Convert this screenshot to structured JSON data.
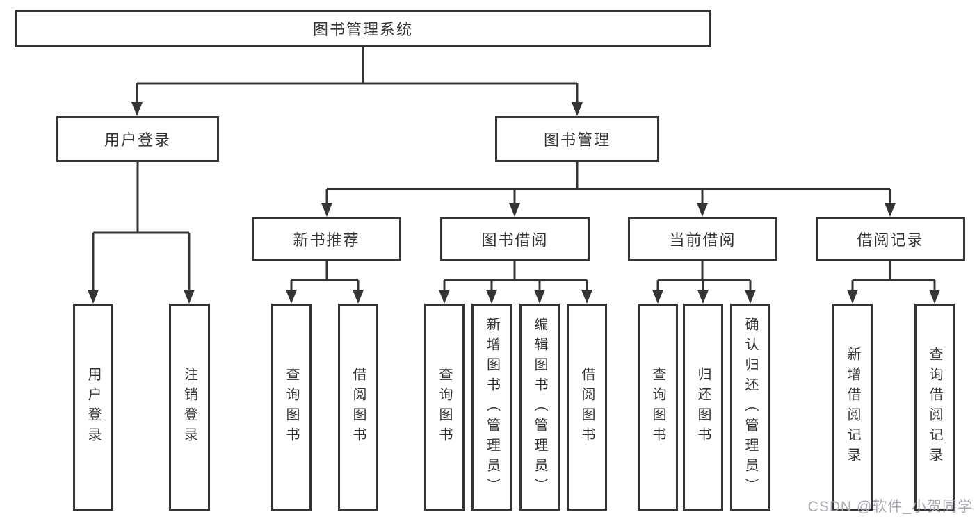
{
  "diagram": {
    "root": "图书管理系统",
    "branches": [
      {
        "label": "用户登录",
        "leaves": [
          "用户登录",
          "注销登录"
        ]
      },
      {
        "label": "图书管理",
        "children": [
          {
            "label": "新书推荐",
            "leaves": [
              "查询图书",
              "借阅图书"
            ]
          },
          {
            "label": "图书借阅",
            "leaves": [
              "查询图书",
              "新增图书（管理员）",
              "编辑图书（管理员）",
              "借阅图书"
            ]
          },
          {
            "label": "当前借阅",
            "leaves": [
              "查询图书",
              "归还图书",
              "确认归还（管理员）"
            ]
          },
          {
            "label": "借阅记录",
            "leaves": [
              "新增借阅记录",
              "查询借阅记录"
            ]
          }
        ]
      }
    ]
  },
  "watermark": "CSDN @软件_小贺同学",
  "colors": {
    "line": "#343434",
    "text": "#333333",
    "watermark": "#a6aab0",
    "background": "#ffffff"
  }
}
